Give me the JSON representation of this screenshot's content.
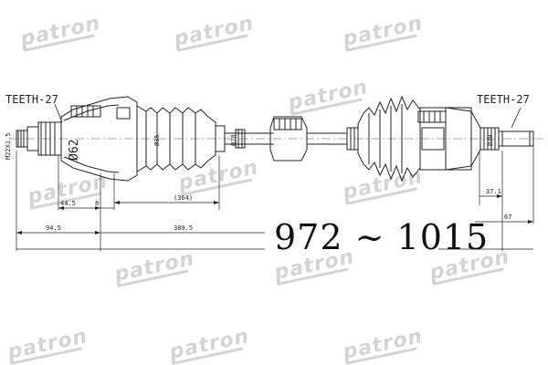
{
  "watermark": {
    "brand": "patron",
    "color": "#d4d4d4"
  },
  "labels": {
    "teeth_left": "TEETH-27",
    "teeth_right": "TEETH-27",
    "thread": "M22X1.5",
    "dia_62": "Ø62",
    "dia_35": "Ø35",
    "dia_28": "Ø28",
    "dia_30": "Ø30"
  },
  "dimensions": {
    "d_44_5": "44.5",
    "d_8": "8",
    "d_364": "(364)",
    "d_94_5": "94.5",
    "d_389_5": "389.5",
    "d_37_1": "37.1",
    "d_67": "67"
  },
  "length_range": "972 ~ 1015"
}
